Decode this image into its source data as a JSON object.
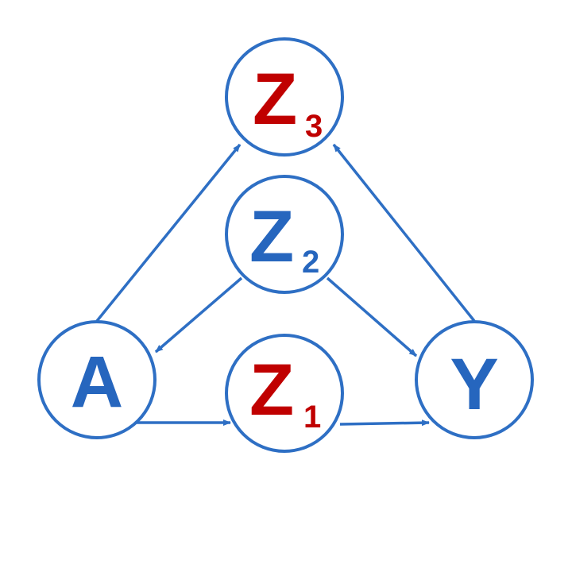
{
  "colors": {
    "edge": "#2e6fc4",
    "blue_text": "#2666be",
    "red_text": "#c00000"
  },
  "nodes": {
    "A": {
      "label": "A",
      "subscript": "",
      "color": "blue"
    },
    "Y": {
      "label": "Y",
      "subscript": "",
      "color": "blue"
    },
    "Z1": {
      "label": "Z",
      "subscript": "1",
      "color": "red"
    },
    "Z2": {
      "label": "Z",
      "subscript": "2",
      "color": "blue"
    },
    "Z3": {
      "label": "Z",
      "subscript": "3",
      "color": "red"
    }
  },
  "edges": [
    {
      "from": "A",
      "to": "Z3"
    },
    {
      "from": "Y",
      "to": "Z3"
    },
    {
      "from": "Z2",
      "to": "A"
    },
    {
      "from": "Z2",
      "to": "Y"
    },
    {
      "from": "A",
      "to": "Z1"
    },
    {
      "from": "Z1",
      "to": "Y"
    }
  ]
}
